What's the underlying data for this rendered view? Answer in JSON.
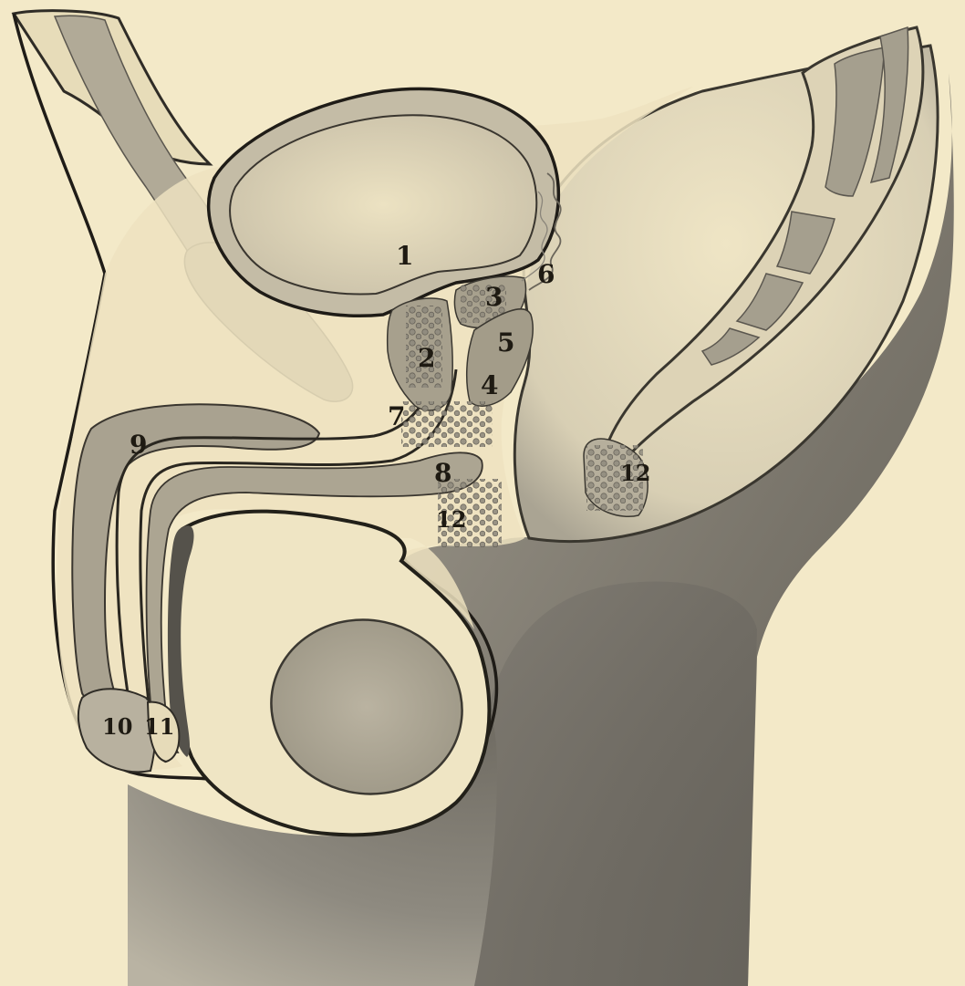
{
  "labels": {
    "l1": "1",
    "l2": "2",
    "l3": "3",
    "l4": "4",
    "l5": "5",
    "l6": "6",
    "l7": "7",
    "l8": "8",
    "l9": "9",
    "l10": "10",
    "l11": "11",
    "l12a": "12",
    "l12b": "12"
  },
  "colors": {
    "paper": "#f3e9c8",
    "cream_fill": "#ece0bd",
    "tissue_gray": "#b3ab98",
    "dark_shade": "#5c5951",
    "mid_shade": "#8a867c",
    "ink": "#1e1a12"
  }
}
